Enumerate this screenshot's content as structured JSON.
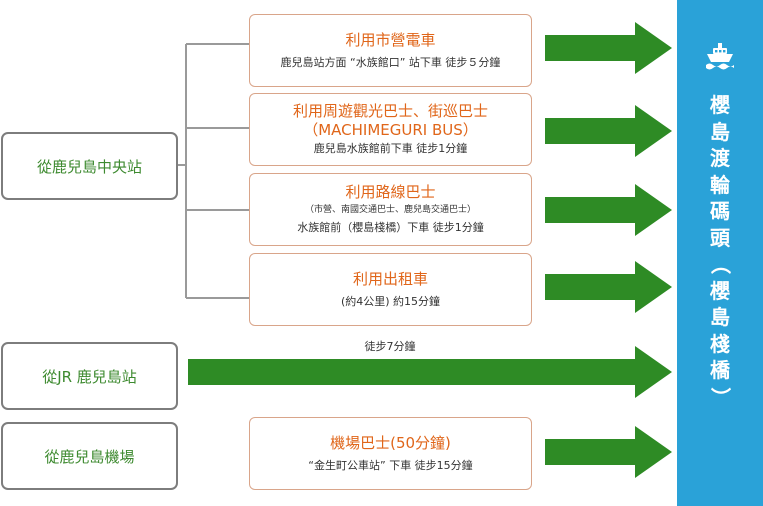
{
  "origins": {
    "central": "從鹿兒島中央站",
    "jr": "從JR 鹿兒島站",
    "airport": "從鹿兒島機場"
  },
  "routes": {
    "tram": {
      "title": "利用市營電車",
      "detail": "鹿兒島站方面 “水族館口” 站下車  徒步５分鐘"
    },
    "city_view": {
      "title": "利用周遊觀光巴士、街巡巴士",
      "title2": "（MACHIMEGURI BUS）",
      "detail": "鹿兒島水族館前下車  徒步1分鐘"
    },
    "bus": {
      "title": "利用路線巴士",
      "sub": "（市營、南國交通巴士、鹿兒島交通巴士）",
      "detail": "水族館前（櫻島棧橋）下車  徒步1分鐘"
    },
    "taxi": {
      "title": "利用出租車",
      "detail": "(約4公里) 約15分鐘"
    },
    "walk": {
      "label": "徒步7分鐘"
    },
    "airport_bus": {
      "title": "機場巴士(50分鐘)",
      "detail": "“金生町公車站” 下車  徒步15分鐘"
    }
  },
  "destination": {
    "chars": [
      "櫻",
      "島",
      "渡",
      "輪",
      "碼",
      "頭",
      "（",
      "櫻",
      "島",
      "棧",
      "橋",
      "）"
    ]
  },
  "icons": {
    "ferry": "ship-icon"
  },
  "colors": {
    "green": "#2e8b25",
    "orange": "#e0661a",
    "blue": "#2aa2d8",
    "gray": "#7d7d7d"
  }
}
